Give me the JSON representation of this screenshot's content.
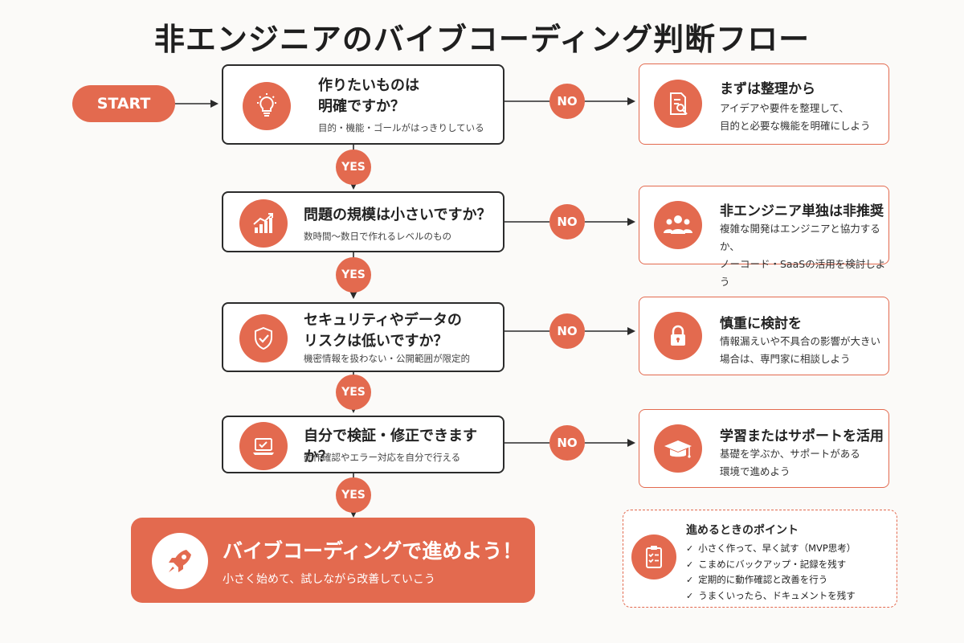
{
  "title": "非エンジニアのバイブコーディング判断フロー",
  "start_label": "START",
  "colors": {
    "accent": "#e36a4f",
    "border": "#2b2b2b",
    "background": "#fbfaf8"
  },
  "yes_label": "YES",
  "no_label": "NO",
  "questions": [
    {
      "title": "作りたいものは\n明確ですか？",
      "sub": "目的・機能・ゴールがはっきりしている",
      "icon": "lightbulb-icon"
    },
    {
      "title": "問題の規模は小さいですか？",
      "sub": "数時間〜数日で作れるレベルのもの",
      "icon": "growth-chart-icon"
    },
    {
      "title": "セキュリティやデータの\nリスクは低いですか？",
      "sub": "機密情報を扱わない・公開範囲が限定的",
      "icon": "shield-check-icon"
    },
    {
      "title": "自分で検証・修正できますか？",
      "sub": "動作確認やエラー対応を自分で行える",
      "icon": "laptop-check-icon"
    }
  ],
  "answers": [
    {
      "title": "まずは整理から",
      "desc": "アイデアや要件を整理して、\n目的と必要な機能を明確にしよう",
      "icon": "document-search-icon"
    },
    {
      "title": "非エンジニア単独は非推奨",
      "desc": "複雑な開発はエンジニアと協力するか、\nノーコード・SaaSの活用を検討しよう",
      "icon": "people-group-icon"
    },
    {
      "title": "慎重に検討を",
      "desc": "情報漏えいや不具合の影響が大きい\n場合は、専門家に相談しよう",
      "icon": "lock-icon"
    },
    {
      "title": "学習またはサポートを活用",
      "desc": "基礎を学ぶか、サポートがある\n環境で進めよう",
      "icon": "graduation-cap-icon"
    }
  ],
  "final": {
    "title": "バイブコーディングで進めよう！",
    "sub": "小さく始めて、試しながら改善していこう",
    "icon": "rocket-icon"
  },
  "tips": {
    "title": "進めるときのポイント",
    "icon": "clipboard-check-icon",
    "items": [
      "小さく作って、早く試す（MVP思考）",
      "こまめにバックアップ・記録を残す",
      "定期的に動作確認と改善を行う",
      "うまくいったら、ドキュメントを残す"
    ]
  }
}
